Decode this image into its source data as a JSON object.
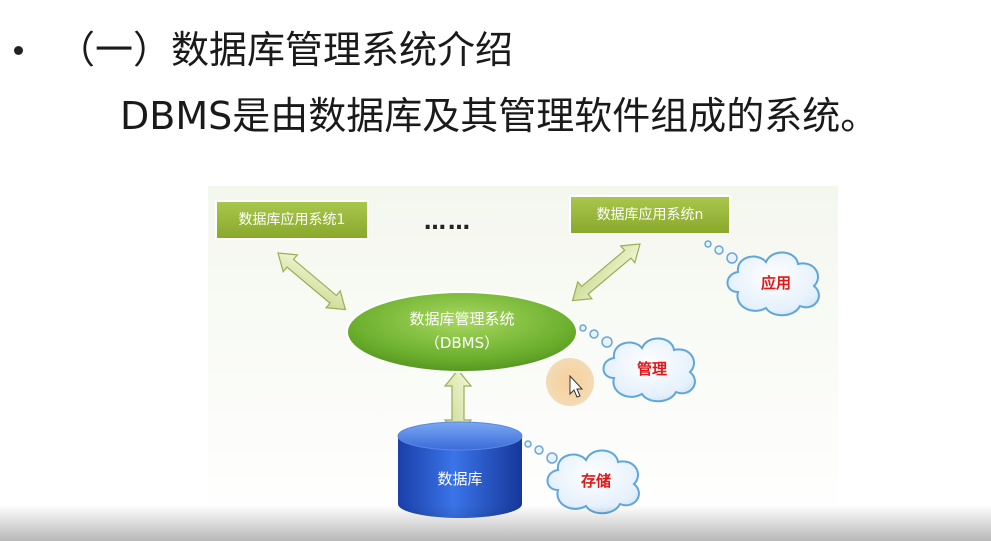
{
  "slide": {
    "heading": "（一）数据库管理系统介绍",
    "subtitle": "DBMS是由数据库及其管理软件组成的系统。"
  },
  "diagram": {
    "app_left": "数据库应用系统1",
    "app_right": "数据库应用系统n",
    "ellipsis": "……",
    "dbms_line1": "数据库管理系统",
    "dbms_line2": "（DBMS）",
    "database": "数据库",
    "cloud_app": "应用",
    "cloud_manage": "管理",
    "cloud_store": "存储"
  },
  "colors": {
    "box_green": "#9ab83a",
    "ellipse_green": "#7cb838",
    "cylinder_blue": "#1f4fc4",
    "cloud_blue": "#5ea6dc",
    "cloud_text_red": "#e01818"
  }
}
